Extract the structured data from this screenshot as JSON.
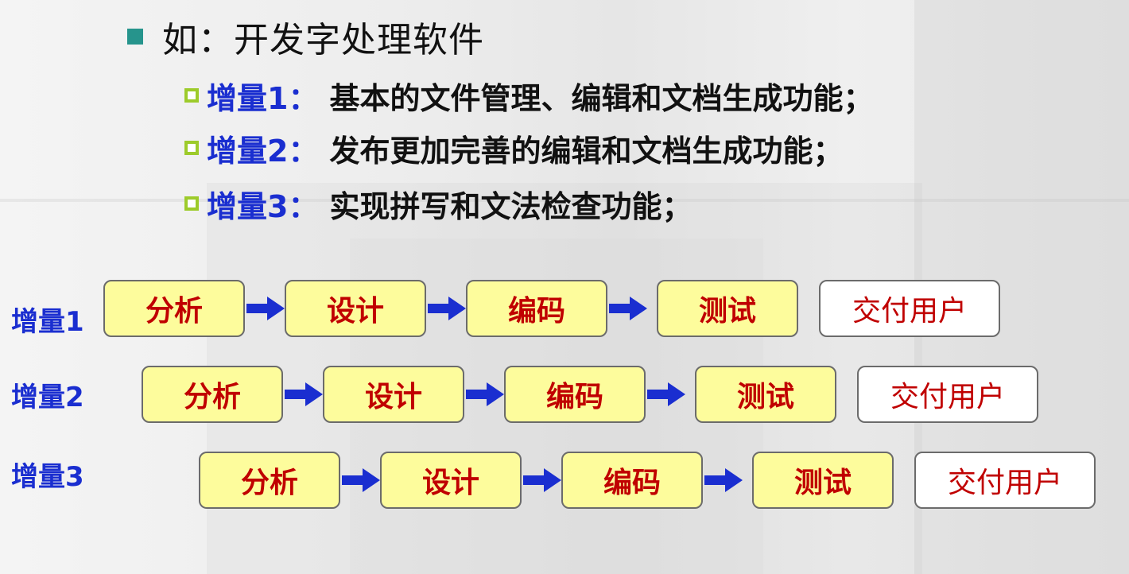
{
  "main_bullet": "如：开发字处理软件",
  "increments": [
    {
      "label": "增量1：",
      "desc": "基本的文件管理、编辑和文档生成功能；"
    },
    {
      "label": "增量2：",
      "desc": "发布更加完善的编辑和文档生成功能；"
    },
    {
      "label": "增量3：",
      "desc": "实现拼写和文法检查功能；"
    }
  ],
  "rows": [
    {
      "label": "增量1",
      "stages": [
        "分析",
        "设计",
        "编码",
        "测试"
      ],
      "deliver": "交付用户"
    },
    {
      "label": "增量2",
      "stages": [
        "分析",
        "设计",
        "编码",
        "测试"
      ],
      "deliver": "交付用户"
    },
    {
      "label": "增量3",
      "stages": [
        "分析",
        "设计",
        "编码",
        "测试"
      ],
      "deliver": "交付用户"
    }
  ],
  "colors": {
    "bullet_square": "#26948c",
    "hollow_bullet": "#9dcb2b",
    "increment_label": "#1a2ed0",
    "stage_fill": "#fdfc9c",
    "stage_text": "#c00000",
    "arrow": "#1a2ed0"
  }
}
